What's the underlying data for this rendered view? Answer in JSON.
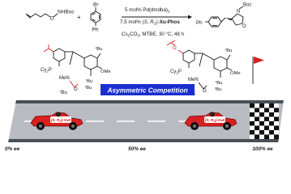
{
  "scheme": {
    "conditions": {
      "line1": "5 mol% Pd(dmdba)",
      "line1_sub": "2",
      "line2_prefix": "7.5 mol% (",
      "line2_S": "S",
      "line2_mid": ", ",
      "line2_Rs": "R",
      "line2_Rs_sub": "S",
      "line2_suffix": ")-",
      "line2_ligand": "Xu-Phos",
      "line3": "Cs",
      "line3_sub": "2",
      "line3_rest": "CO",
      "line3_sub2": "3",
      "line3_tail": ", MTBE, 30 °C, 48 h"
    },
    "reactant1": {
      "nhboc": "NHBoc",
      "o": "O",
      "plus": "+"
    },
    "reactant2": {
      "br": "Br",
      "ph": "Ph"
    },
    "product": {
      "boc": "Boc",
      "n": "N",
      "o": "O"
    }
  },
  "ligands": {
    "left": {
      "cy2p": "Cy",
      "cy2p_sub": "2",
      "cy2p_tail": "P",
      "mencarbonyl": "MeN",
      "tbu_label": "ᵗBu",
      "ome": "OMe",
      "tbu_top": "ᵗBu",
      "tbu_bottom": "ᵗBu",
      "tbu_amide": "ᵗBu"
    },
    "right": {
      "cy2p": "Cy",
      "cy2p_sub": "2",
      "cy2p_tail": "P",
      "mencarbonyl": "MeN",
      "tbu_label": "ᵗBu",
      "ome": "OMe",
      "tbu_top": "ᵗBu",
      "tbu_bottom": "ᵗBu",
      "tbu_amide": "ᵗBu"
    }
  },
  "banner": {
    "title": "Asymmetric Competition"
  },
  "cars": {
    "left": {
      "label_prefix": "(S, R",
      "label_sub": "S",
      "label_suffix": ")-Xu5"
    },
    "right": {
      "label_prefix": "(S, R",
      "label_sub": "S",
      "label_suffix": ")-Xu6"
    }
  },
  "track": {
    "markers": [
      "0% ee",
      "50% ee",
      "100% ee"
    ]
  },
  "colors": {
    "red": "#d82020",
    "blue": "#2a3aa8",
    "banner": "#1a2fd0",
    "road": "#b8bcc2",
    "road_edge": "#4a4f56"
  }
}
